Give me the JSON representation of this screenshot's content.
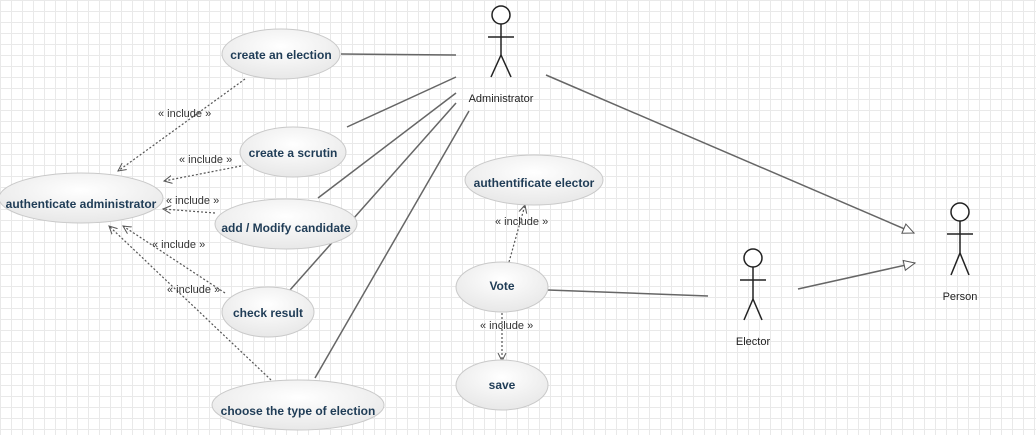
{
  "diagram": {
    "include_label": "« include »",
    "use_cases": {
      "create_election": "create an election",
      "create_scrutin": "create a scrutin",
      "authenticate_admin": "authenticate administrator",
      "add_modify_candidate": "add / Modify candidate",
      "check_result": "check result",
      "choose_type": "choose the type of election",
      "authenticate_elector": "authentificate elector",
      "vote": "Vote",
      "save": "save"
    },
    "actors": {
      "administrator": "Administrator",
      "elector": "Elector",
      "person": "Person"
    }
  }
}
